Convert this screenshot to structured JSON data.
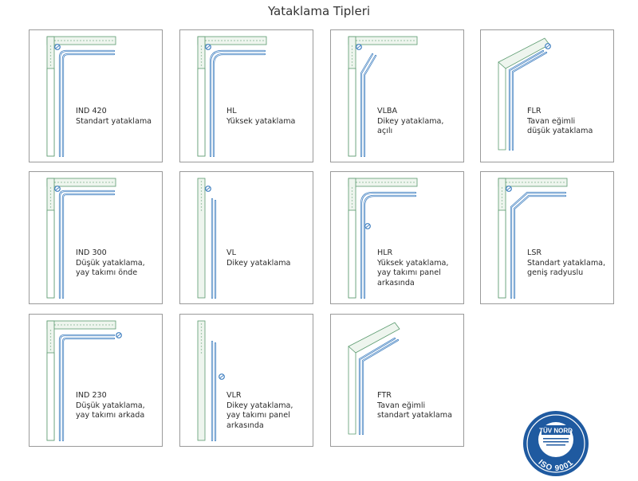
{
  "page": {
    "title": "Yataklama Tipleri"
  },
  "cards": [
    {
      "code": "IND 420",
      "lines": [
        "Standart yataklama"
      ]
    },
    {
      "code": "HL",
      "lines": [
        "Yüksek yataklama"
      ]
    },
    {
      "code": "VLBA",
      "lines": [
        "Dikey yataklama,",
        "açılı"
      ]
    },
    {
      "code": "FLR",
      "lines": [
        "Tavan eğimli",
        "düşük yataklama"
      ]
    },
    {
      "code": "IND 300",
      "lines": [
        "Düşük yataklama,",
        "yay takımı önde"
      ]
    },
    {
      "code": "VL",
      "lines": [
        "Dikey yataklama"
      ]
    },
    {
      "code": "HLR",
      "lines": [
        "Yüksek yataklama,",
        "yay takımı panel",
        "arkasında"
      ]
    },
    {
      "code": "LSR",
      "lines": [
        "Standart yataklama,",
        "geniş radyuslu"
      ]
    },
    {
      "code": "IND 230",
      "lines": [
        "Düşük yataklama,",
        "yay takımı arkada"
      ]
    },
    {
      "code": "VLR",
      "lines": [
        "Dikey yataklama,",
        "yay takımı panel",
        "arkasında"
      ]
    },
    {
      "code": "FTR",
      "lines": [
        "Tavan eğimli",
        "standart yataklama"
      ]
    }
  ],
  "logo": {
    "brand": "TÜV NORD",
    "standard": "ISO 9001"
  },
  "colors": {
    "track": "#3f7fc0",
    "wall_fill": "#eef5ee",
    "wall_stroke": "#5a9a6e",
    "border": "#9a9a9a"
  }
}
